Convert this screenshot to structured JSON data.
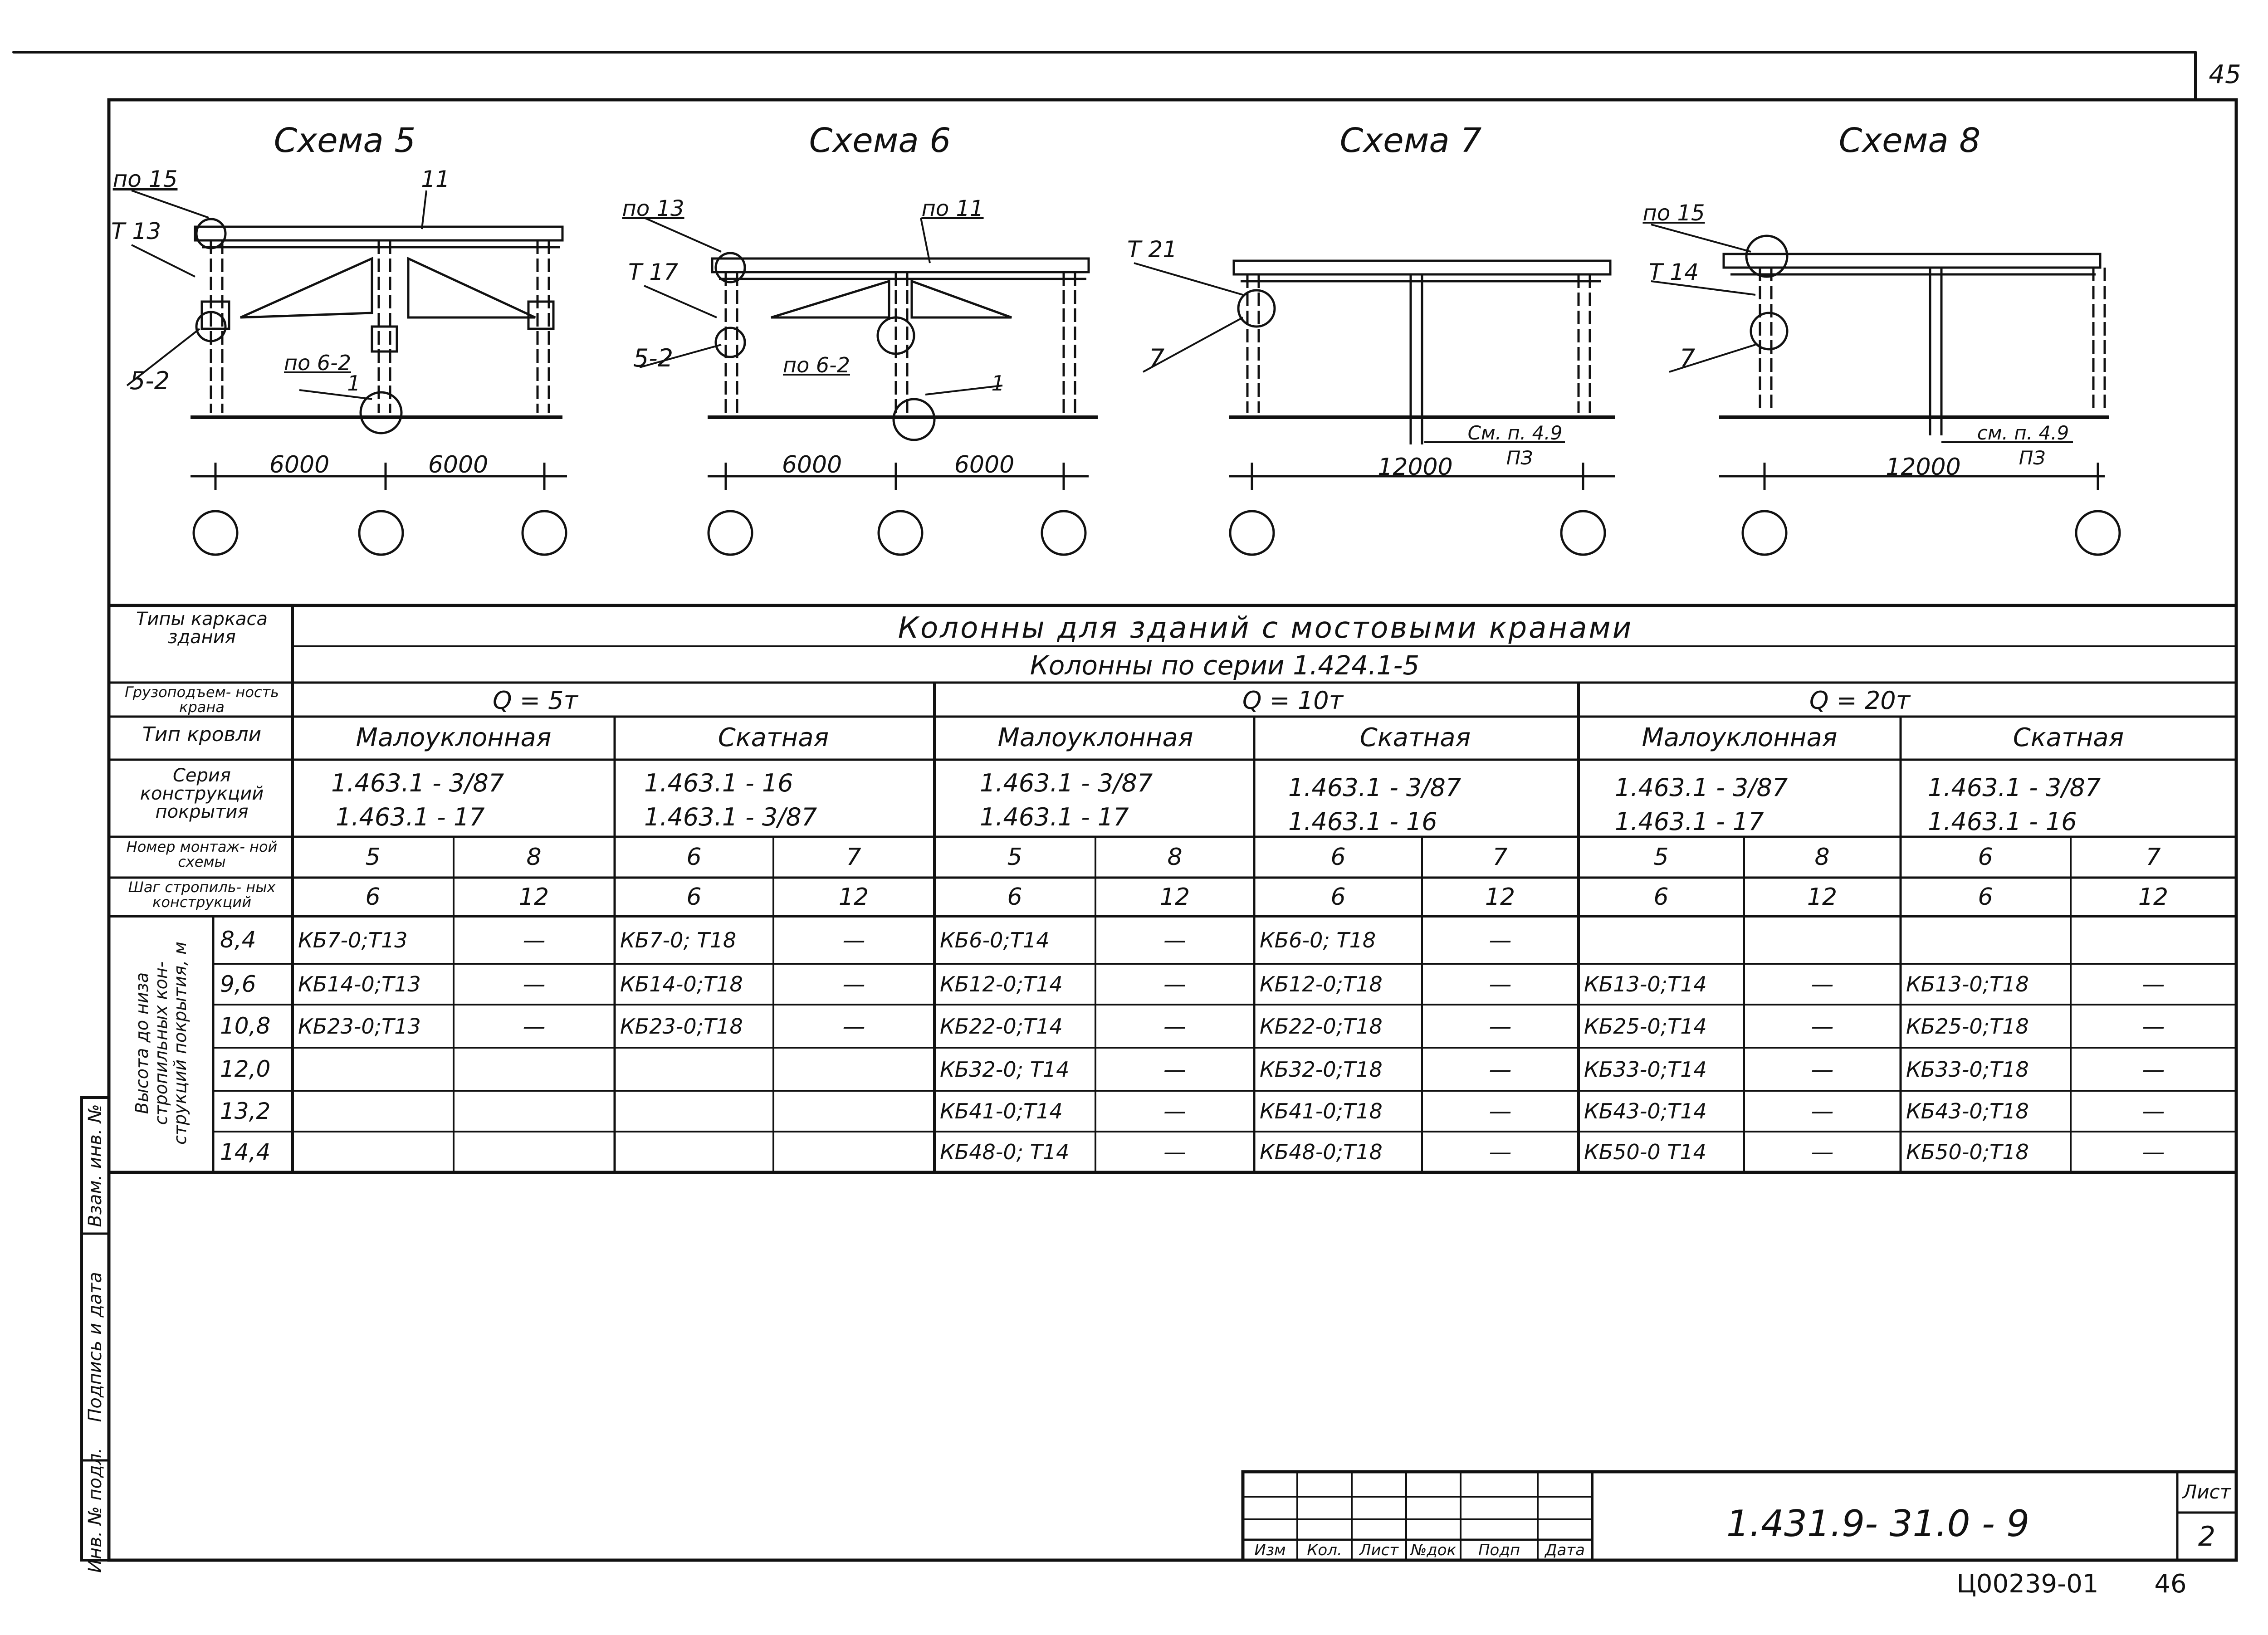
{
  "page_number": "45",
  "schemes": [
    {
      "title": "Схема 5",
      "labels": [
        "по 15",
        "Т 13",
        "5-2",
        "11",
        "по 6-2",
        "1"
      ],
      "dims": [
        "6000",
        "6000"
      ]
    },
    {
      "title": "Схема 6",
      "labels": [
        "по 13",
        "Т 17",
        "5-2",
        "по 11",
        "по 6-2",
        "1"
      ],
      "dims": [
        "6000",
        "6000"
      ]
    },
    {
      "title": "Схема 7",
      "labels": [
        "Т 21",
        "7"
      ],
      "dims": [
        "12000"
      ],
      "note_top": "См. п. 4.9",
      "note_bottom": "ПЗ"
    },
    {
      "title": "Схема 8",
      "labels": [
        "по 15",
        "Т 14",
        "7"
      ],
      "dims": [
        "12000"
      ],
      "note_top": "см. п. 4.9",
      "note_bottom": "ПЗ"
    }
  ],
  "table": {
    "row_labels": {
      "frame_type": "Типы каркаса здания",
      "crane_capacity": "Грузоподъем- ность крана",
      "roof_type": "Тип кровли",
      "series": "Серия конструкций покрытия",
      "scheme_no": "Номер монтаж- ной схемы",
      "pitch": "Шаг стропиль- ных конструкций",
      "height_group": "Высота до низа стропильных кон- струкций покрытия, м"
    },
    "header_main": "Колонны для зданий с мостовыми кранами",
    "header_series": "Колонны по серии 1.424.1-5",
    "capacities": [
      "Q = 5т",
      "Q = 10т",
      "Q = 20т"
    ],
    "roof_types": [
      "Малоуклонная",
      "Скатная",
      "Малоуклонная",
      "Скатная",
      "Малоуклонная",
      "Скатная"
    ],
    "series": [
      [
        "1.463.1 - 3/87",
        "1.463.1 - 17"
      ],
      [
        "1.463.1 - 16",
        "1.463.1 - 3/87"
      ],
      [
        "1.463.1 - 3/87",
        "1.463.1 - 17"
      ],
      [
        "1.463.1 - 3/87",
        "1.463.1 - 16"
      ],
      [
        "1.463.1 - 3/87",
        "1.463.1 - 17"
      ],
      [
        "1.463.1 - 3/87",
        "1.463.1 - 16"
      ]
    ],
    "schemes": [
      "5",
      "8",
      "6",
      "7",
      "5",
      "8",
      "6",
      "7",
      "5",
      "8",
      "6",
      "7"
    ],
    "pitches": [
      "6",
      "12",
      "6",
      "12",
      "6",
      "12",
      "6",
      "12",
      "6",
      "12",
      "6",
      "12"
    ],
    "heights": [
      "8,4",
      "9,6",
      "10,8",
      "12,0",
      "13,2",
      "14,4"
    ],
    "rows": [
      [
        "КБ7-0;Т13",
        "—",
        "КБ7-0; Т18",
        "—",
        "КБ6-0;Т14",
        "—",
        "КБ6-0; Т18",
        "—",
        "",
        "",
        "",
        ""
      ],
      [
        "КБ14-0;Т13",
        "—",
        "КБ14-0;Т18",
        "—",
        "КБ12-0;Т14",
        "—",
        "КБ12-0;Т18",
        "—",
        "КБ13-0;Т14",
        "—",
        "КБ13-0;Т18",
        "—"
      ],
      [
        "КБ23-0;Т13",
        "—",
        "КБ23-0;Т18",
        "—",
        "КБ22-0;Т14",
        "—",
        "КБ22-0;Т18",
        "—",
        "КБ25-0;Т14",
        "—",
        "КБ25-0;Т18",
        "—"
      ],
      [
        "",
        "",
        "",
        "",
        "КБ32-0; Т14",
        "—",
        "КБ32-0;Т18",
        "—",
        "КБ33-0;Т14",
        "—",
        "КБ33-0;Т18",
        "—"
      ],
      [
        "",
        "",
        "",
        "",
        "КБ41-0;Т14",
        "—",
        "КБ41-0;Т18",
        "—",
        "КБ43-0;Т14",
        "—",
        "КБ43-0;Т18",
        "—"
      ],
      [
        "",
        "",
        "",
        "",
        "КБ48-0; Т14",
        "—",
        "КБ48-0;Т18",
        "—",
        "КБ50-0 Т14",
        "—",
        "КБ50-0;Т18",
        "—"
      ]
    ]
  },
  "side_stamp": [
    "Инв. № подл.",
    "Подпись и дата",
    "Взам. инв. №"
  ],
  "title_block": {
    "columns": [
      "Изм",
      "Кол.",
      "Лист",
      "№док",
      "Подп",
      "Дата"
    ],
    "doc_code": "1.431.9- 31.0 - 9",
    "sheet_label": "Лист",
    "sheet_no": "2"
  },
  "bottom_code": "Ц00239-01",
  "bottom_page": "46"
}
